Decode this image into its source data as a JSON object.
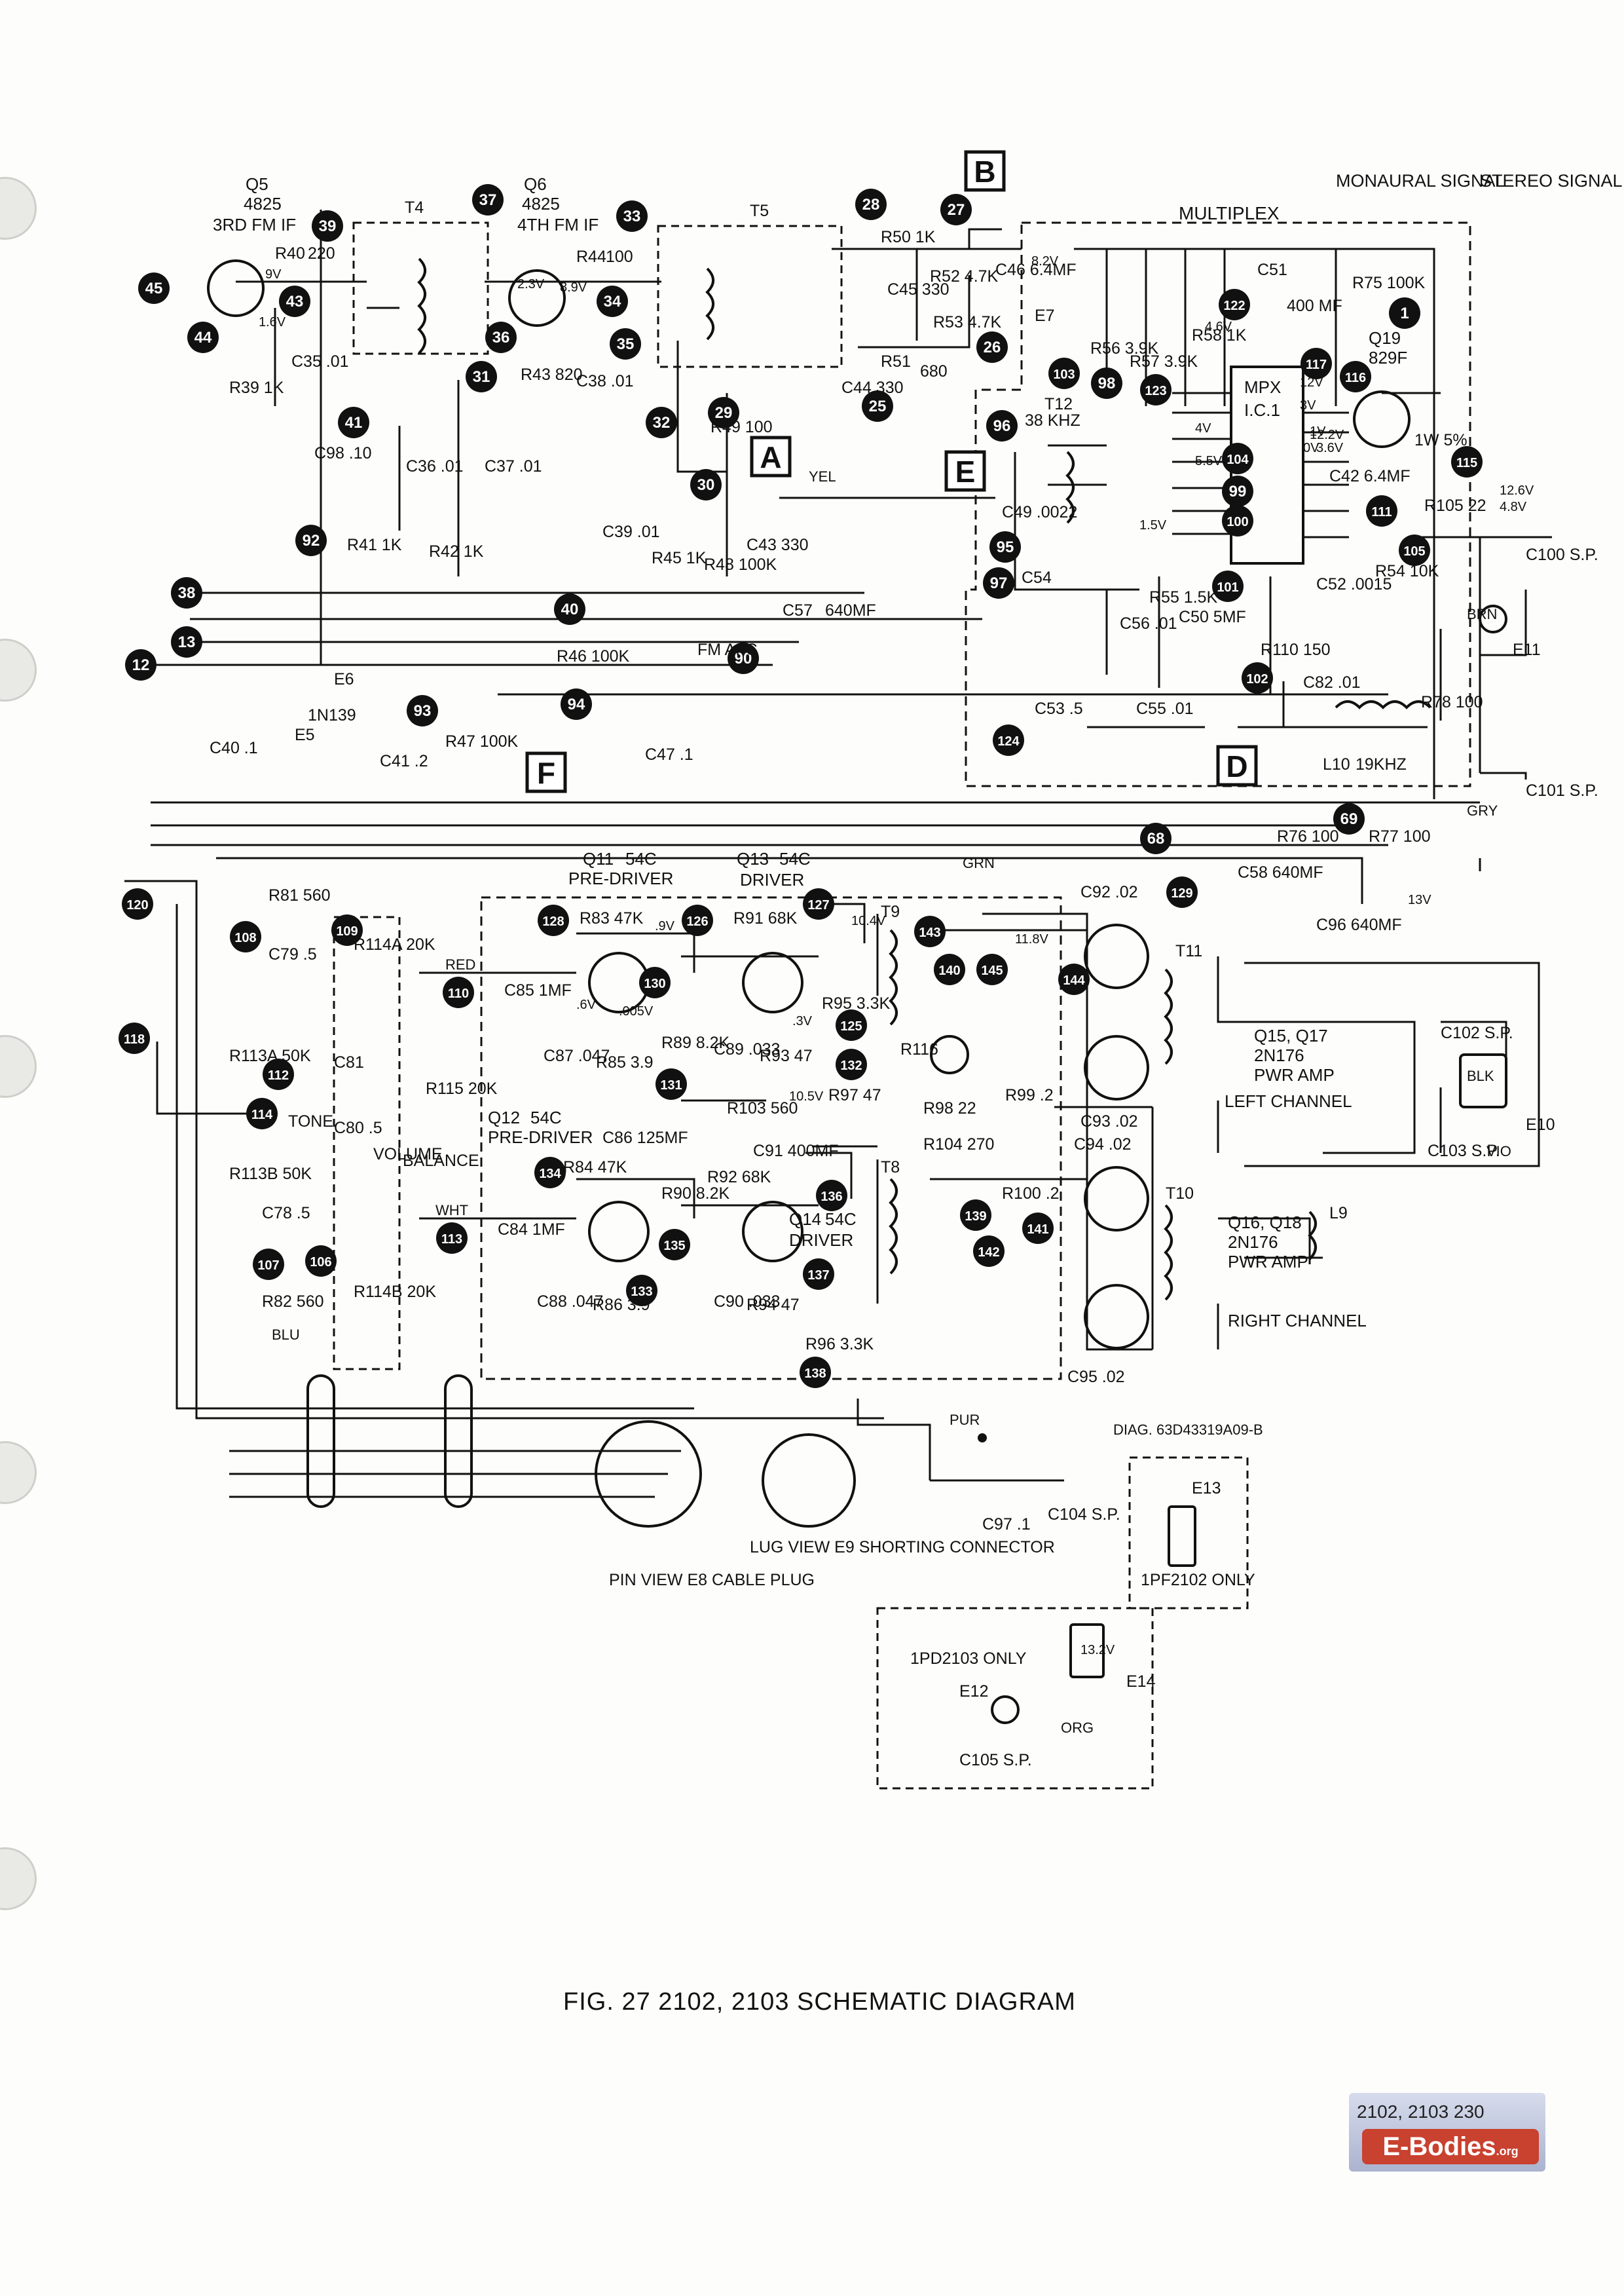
{
  "figure": {
    "caption": "FIG. 27   2102, 2103 SCHEMATIC DIAGRAM",
    "diag_number": "DIAG. 63D43319A09-B",
    "page_number": "2102, 2103   230"
  },
  "watermark": {
    "text": "E-Bodies",
    "suffix": ".org"
  },
  "headers": {
    "monaural": "MONAURAL SIGNAL",
    "stereo": "STEREO SIGNAL",
    "multiplex": "MULTIPLEX"
  },
  "transistors": [
    {
      "ref": "Q5",
      "type": "4825",
      "role": "3RD FM IF"
    },
    {
      "ref": "Q6",
      "type": "4825",
      "role": "4TH FM IF"
    },
    {
      "ref": "Q19",
      "type": "829F",
      "role": ""
    },
    {
      "ref": "Q11",
      "type": "54C",
      "role": "PRE-DRIVER"
    },
    {
      "ref": "Q13",
      "type": "54C",
      "role": "DRIVER"
    },
    {
      "ref": "Q12",
      "type": "54C",
      "role": "PRE-DRIVER"
    },
    {
      "ref": "Q14",
      "type": "54C",
      "role": "DRIVER"
    },
    {
      "ref": "Q15, Q17",
      "type": "2N176",
      "role": "PWR AMP"
    },
    {
      "ref": "Q16, Q18",
      "type": "2N176",
      "role": "PWR AMP"
    }
  ],
  "channels": {
    "left": "LEFT CHANNEL",
    "right": "RIGHT CHANNEL"
  },
  "ic": {
    "name": "MPX",
    "ref": "I.C.1"
  },
  "callout_letters": [
    "A",
    "B",
    "D",
    "E",
    "F"
  ],
  "labels": {
    "r40": "R40",
    "r40v": "220",
    "r39": "R39 1K",
    "c35": "C35 .01",
    "r44": "R44",
    "r44v": "100",
    "r43": "R43 820",
    "c38": "C38 .01",
    "t4": "T4",
    "t5": "T5",
    "t12": "T12",
    "t12f": "38 KHZ",
    "r50": "R50 1K",
    "c45": "C45 330",
    "r52": "R52 4.7K",
    "r53": "R53 4.7K",
    "c46": "C46 6.4MF",
    "r51": "R51",
    "r51v": "680",
    "c44": "C44 330",
    "e7": "E7",
    "r56": "R56 3.9K",
    "r57": "R57 3.9K",
    "r58": "R58 1K",
    "c51": "C51",
    "c51v": "400 MF",
    "r75": "R75 100K",
    "c98": "C98 .10",
    "c36": "C36 .01",
    "c37": "C37 .01",
    "r41": "R41 1K",
    "r42": "R42 1K",
    "c39": "C39 .01",
    "r45": "R45 1K",
    "r49": "R49 100",
    "r48": "R48 100K",
    "c43": "C43 330",
    "c49": "C49 .0022",
    "c54": "C54",
    "c56": "C56 .01",
    "r55": "R55 1.5K",
    "c50": "C50 5MF",
    "r110": "R110 150",
    "c52": "C52 .0015",
    "r54": "R54 10K",
    "c42": "C42 6.4MF",
    "r105": "R105 22",
    "r105b": "1W 5%",
    "c57": "C57",
    "c57v": "640MF",
    "r46": "R46 100K",
    "fmafc": "FM AFC",
    "c40": "C40 .1",
    "e5": "E5",
    "e6": "E6",
    "d1n139": "1N139",
    "c41": "C41 .2",
    "r47": "R47 100K",
    "c47": "C47 .1",
    "c53": "C53 .5",
    "c55": "C55 .01",
    "c82": "C82 .01",
    "l10": "L10",
    "l10f": "19KHZ",
    "r78": "R78 100",
    "c100": "C100 S.P.",
    "c101": "C101 S.P.",
    "e11": "E11",
    "r76": "R76 100",
    "r77": "R77 100",
    "c58": "C58 640MF",
    "c96": "C96 640MF",
    "r81": "R81 560",
    "r114a": "R114A 20K",
    "c79": "C79 .5",
    "r113a": "R113A 50K",
    "c81": "C81",
    "tone": "TONE",
    "c80": "C80 .5",
    "r113b": "R113B 50K",
    "c78": "C78 .5",
    "r82": "R82 560",
    "r114b": "R114B 20K",
    "volume": "VOLUME",
    "balance": "BALANCE",
    "r115": "R115 20K",
    "c85": "C85 1MF",
    "r83": "R83 47K",
    "c87": "C87 .047",
    "r85": "R85 3.9",
    "r89": "R89 8.2K",
    "c89": "C89 .033",
    "r91": "R91 68K",
    "r93": "R93 47",
    "r95": "R95 3.3K",
    "r103": "R103 560",
    "c86": "C86 125MF",
    "r90": "R90 8.2K",
    "c84": "C84 1MF",
    "r84": "R84 47K",
    "c88": "C88 .047",
    "r86": "R86 3.9",
    "c90": "C90 .033",
    "r92": "R92 68K",
    "r94": "R94 47",
    "r96": "R96 3.3K",
    "c91": "C91 400MF",
    "r97": "R97 47",
    "r98": "R98 22",
    "r116": "R116",
    "r99": "R99 .2",
    "r104": "R104 270",
    "r100": "R100 .2",
    "t8": "T8",
    "t9": "T9",
    "t10": "T10",
    "t11": "T11",
    "c92": "C92 .02",
    "c93": "C93 .02",
    "c94": "C94 .02",
    "c95": "C95 .02",
    "c102": "C102 S.P.",
    "c103": "C103 S.P.",
    "e10": "E10",
    "l9": "L9",
    "e8": "PIN VIEW E8 CABLE PLUG",
    "e9": "LUG VIEW E9 SHORTING CONNECTOR",
    "c97": "C97 .1",
    "c104": "C104 S.P.",
    "e13": "E13",
    "e13note": "1PF2102 ONLY",
    "e14": "E14",
    "e14note": "1PD2103 ONLY",
    "e12": "E12",
    "c105": "C105 S.P."
  },
  "wire_colors": {
    "yel": "YEL",
    "brn": "BRN",
    "gry": "GRY",
    "grn": "GRN",
    "red": "RED",
    "wht": "WHT",
    "blu": "BLU",
    "blk": "BLK",
    "vio": "VIO",
    "pur": "PUR",
    "org": "ORG"
  },
  "voltages": [
    "9V",
    "1.6V",
    "8.9V",
    "2.3V",
    "8.2V",
    "4.6V",
    "5.5V",
    "4V",
    "1.5V",
    "0V",
    "12V",
    "3V",
    "1V",
    "12.2V",
    "3.6V",
    "12.6V",
    "4.8V",
    "10.4V",
    "11.8V",
    "10.5V",
    "13.2V",
    "13V",
    ".9V",
    ".6V",
    ".005V",
    ".3V"
  ],
  "test_points": [
    {
      "n": "45"
    },
    {
      "n": "44"
    },
    {
      "n": "39"
    },
    {
      "n": "43"
    },
    {
      "n": "41"
    },
    {
      "n": "37"
    },
    {
      "n": "36"
    },
    {
      "n": "34"
    },
    {
      "n": "35"
    },
    {
      "n": "33"
    },
    {
      "n": "31"
    },
    {
      "n": "32"
    },
    {
      "n": "30"
    },
    {
      "n": "29"
    },
    {
      "n": "28"
    },
    {
      "n": "27"
    },
    {
      "n": "26"
    },
    {
      "n": "25"
    },
    {
      "n": "103"
    },
    {
      "n": "98"
    },
    {
      "n": "123"
    },
    {
      "n": "122"
    },
    {
      "n": "1"
    },
    {
      "n": "117"
    },
    {
      "n": "116"
    },
    {
      "n": "96"
    },
    {
      "n": "95"
    },
    {
      "n": "97"
    },
    {
      "n": "99"
    },
    {
      "n": "100"
    },
    {
      "n": "104"
    },
    {
      "n": "101"
    },
    {
      "n": "111"
    },
    {
      "n": "115"
    },
    {
      "n": "105"
    },
    {
      "n": "92"
    },
    {
      "n": "38"
    },
    {
      "n": "40"
    },
    {
      "n": "13"
    },
    {
      "n": "12"
    },
    {
      "n": "90"
    },
    {
      "n": "93"
    },
    {
      "n": "94"
    },
    {
      "n": "102"
    },
    {
      "n": "124"
    },
    {
      "n": "69"
    },
    {
      "n": "68"
    },
    {
      "n": "120"
    },
    {
      "n": "118"
    },
    {
      "n": "108"
    },
    {
      "n": "109"
    },
    {
      "n": "110"
    },
    {
      "n": "112"
    },
    {
      "n": "114"
    },
    {
      "n": "107"
    },
    {
      "n": "106"
    },
    {
      "n": "113"
    },
    {
      "n": "126"
    },
    {
      "n": "127"
    },
    {
      "n": "128"
    },
    {
      "n": "129"
    },
    {
      "n": "130"
    },
    {
      "n": "131"
    },
    {
      "n": "125"
    },
    {
      "n": "132"
    },
    {
      "n": "143"
    },
    {
      "n": "140"
    },
    {
      "n": "145"
    },
    {
      "n": "144"
    },
    {
      "n": "134"
    },
    {
      "n": "135"
    },
    {
      "n": "133"
    },
    {
      "n": "136"
    },
    {
      "n": "137"
    },
    {
      "n": "138"
    },
    {
      "n": "139"
    },
    {
      "n": "141"
    },
    {
      "n": "142"
    }
  ]
}
